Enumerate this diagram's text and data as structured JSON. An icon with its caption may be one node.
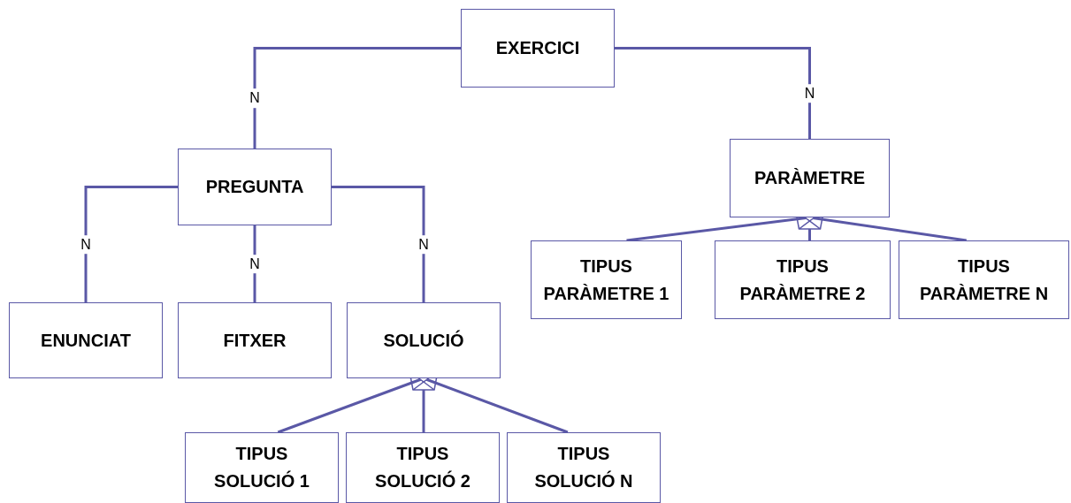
{
  "diagram": {
    "nodes": [
      {
        "text": [
          "EXERCICI"
        ]
      },
      {
        "text": [
          "PREGUNTA"
        ]
      },
      {
        "text": [
          "PARÀMETRE"
        ]
      },
      {
        "text": [
          "ENUNCIAT"
        ]
      },
      {
        "text": [
          "FITXER"
        ]
      },
      {
        "text": [
          "SOLUCIÓ"
        ]
      },
      {
        "text": [
          "TIPUS PARÀMETRE 1"
        ]
      },
      {
        "text": [
          "TIPUS PARÀMETRE 2"
        ]
      },
      {
        "text": [
          "TIPUS PARÀMETRE N"
        ]
      },
      {
        "text": [
          "TIPUS SOLUCIÓ 1"
        ]
      },
      {
        "text": [
          "TIPUS SOLUCIÓ 2"
        ]
      },
      {
        "text": [
          "TIPUS SOLUCIÓ N"
        ]
      }
    ],
    "edges": [
      {
        "from": 0,
        "to": 1,
        "arrow": "none",
        "label": "N"
      },
      {
        "from": 0,
        "to": 2,
        "arrow": "none",
        "label": "N"
      },
      {
        "from": 1,
        "to": 3,
        "arrow": "none",
        "label": "N"
      },
      {
        "from": 1,
        "to": 4,
        "arrow": "none",
        "label": "N"
      },
      {
        "from": 1,
        "to": 5,
        "arrow": "none",
        "label": "N"
      },
      {
        "from": 2,
        "to": 6,
        "arrow": "none"
      },
      {
        "from": 2,
        "to": 7,
        "arrow": "none"
      },
      {
        "from": 2,
        "to": 8,
        "arrow": "none"
      },
      {
        "from": 5,
        "to": 9,
        "arrow": "none"
      },
      {
        "from": 5,
        "to": 10,
        "arrow": "none"
      },
      {
        "from": 5,
        "to": 11,
        "arrow": "none"
      }
    ]
  }
}
